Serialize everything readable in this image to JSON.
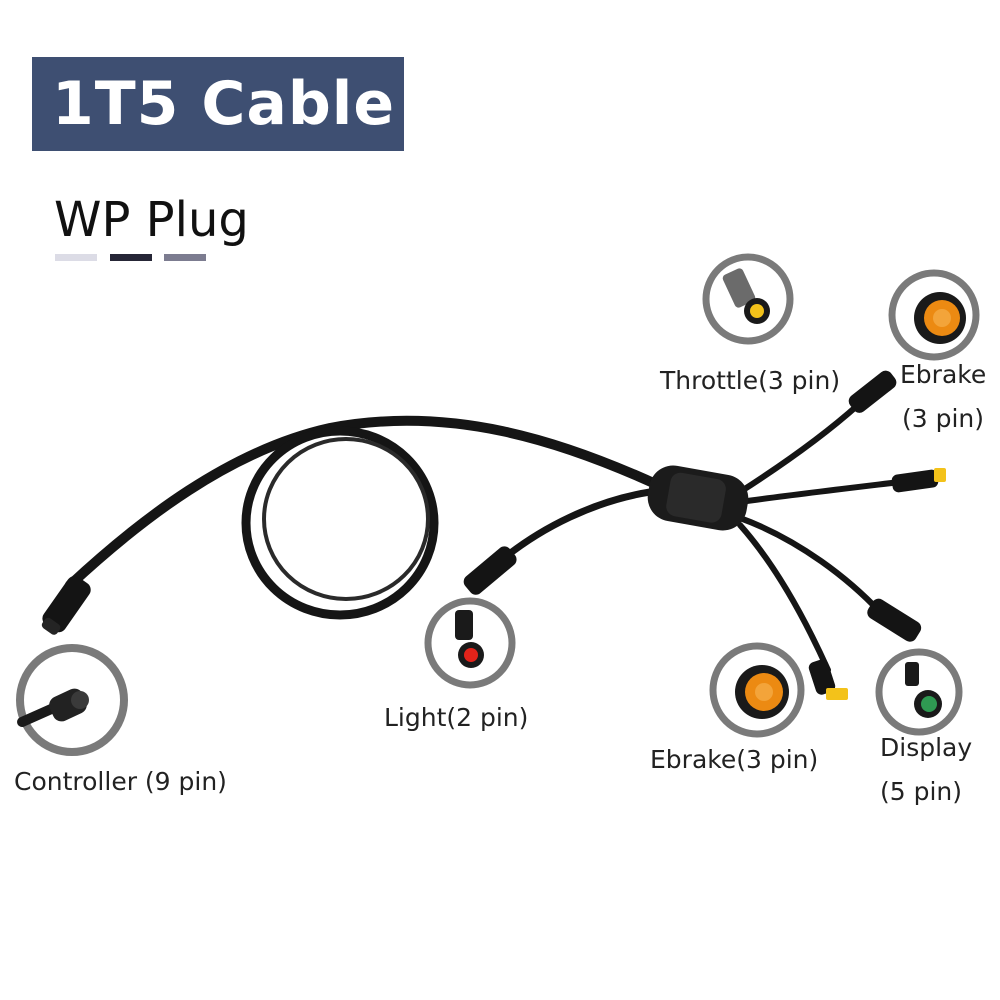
{
  "title": "1T5 Cable",
  "subtitle": "WP Plug",
  "colors": {
    "banner": "#3e4f72",
    "swatches": [
      "#dcdce6",
      "#262636",
      "#7c7c90"
    ],
    "cable": "#151515",
    "connector_yellow": "#f3c21a",
    "connector_orange": "#ec8a12",
    "connector_red": "#e2231a",
    "connector_green": "#2f9a52",
    "ring": "#7a7a7a"
  },
  "labels": {
    "controller": "Controller (9 pin)",
    "light": "Light(2 pin)",
    "throttle": "Throttle(3 pin)",
    "ebrake_top_line1": "Ebrake",
    "ebrake_top_line2": "(3 pin)",
    "ebrake_bottom": "Ebrake(3 pin)",
    "display_line1": "Display",
    "display_line2": "(5 pin)"
  }
}
